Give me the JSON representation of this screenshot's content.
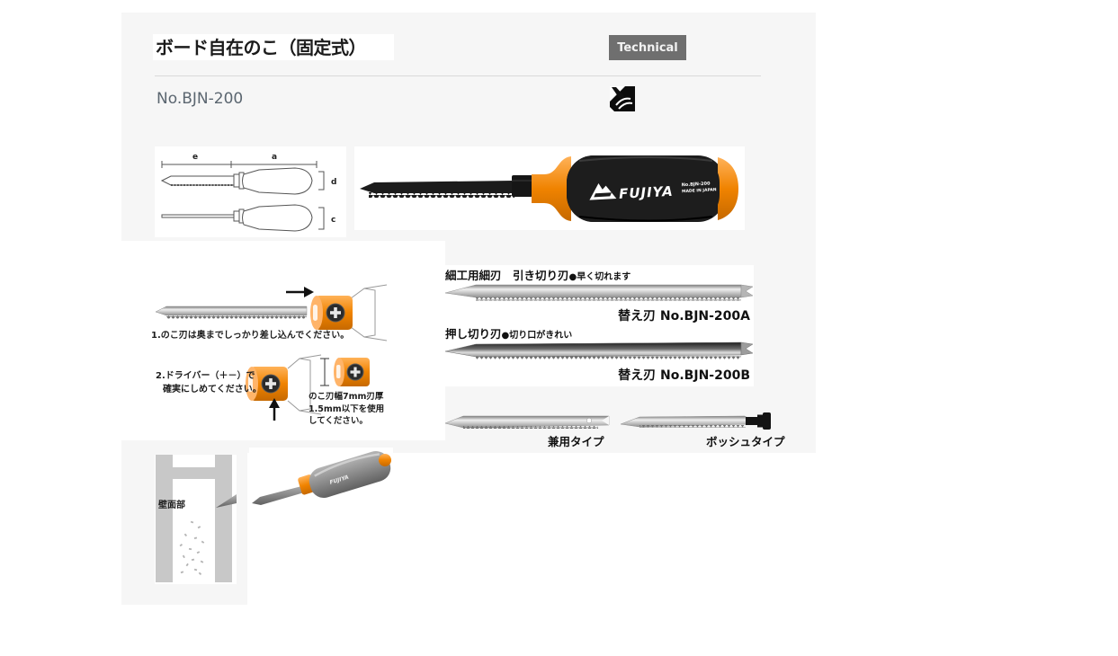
{
  "header": {
    "title": "ボード自在のこ（固定式）",
    "badge_label": "Technical",
    "model_number": "No.BJN-200"
  },
  "colors": {
    "accent_orange": "#ef8200",
    "panel_gray": "#f6f6f6",
    "badge_gray": "#6f6f6f"
  },
  "dimension_diagram": {
    "label_e": "e",
    "label_a": "a",
    "label_d": "d",
    "label_c": "c"
  },
  "product_photo": {
    "brand": "FUJIYA",
    "model": "No.BJN-200",
    "origin": "MADE IN JAPAN"
  },
  "instructions": {
    "step1": "1.のこ刃は奥までしっかり差し込んでください。",
    "step2_line1": "2.ドライバー（＋－）で",
    "step2_line2": "確実にしめてください。",
    "blade_note_line1": "のこ刃幅7mm刃厚",
    "blade_note_line2": "1.5mm以下を使用",
    "blade_note_line3": "してください。"
  },
  "replacement_blades": {
    "blade_a_heading": "細工用細刃　引き切り刃",
    "blade_a_note": "●早く切れます",
    "blade_a_label": "替え刃 No.BJN-200A",
    "blade_b_heading": "押し切り刃",
    "blade_b_note": "●切り口がきれい",
    "blade_b_label": "替え刃 No.BJN-200B",
    "type_combo": "兼用タイプ",
    "type_bosch": "ボッシュタイプ"
  },
  "usage": {
    "wall_label": "壁面部"
  }
}
